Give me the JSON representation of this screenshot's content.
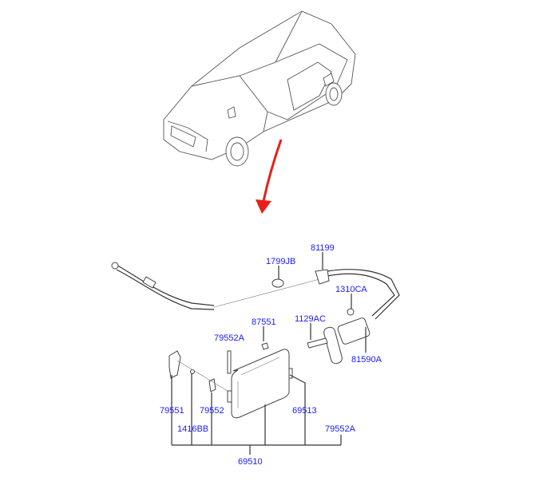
{
  "diagram": {
    "arrow_color": "#e8201a",
    "label_color": "#1a1aff",
    "labels": {
      "p81199": "81199",
      "p1799JB": "1799JB",
      "p1310CA": "1310CA",
      "p87551": "87551",
      "p1129AC": "1129AC",
      "p79552A_top": "79552A",
      "p81590A": "81590A",
      "p79551": "79551",
      "p79552": "79552",
      "p69513": "69513",
      "p1416BB": "1416BB",
      "p79552A_bottom": "79552A",
      "p69510": "69510"
    }
  }
}
